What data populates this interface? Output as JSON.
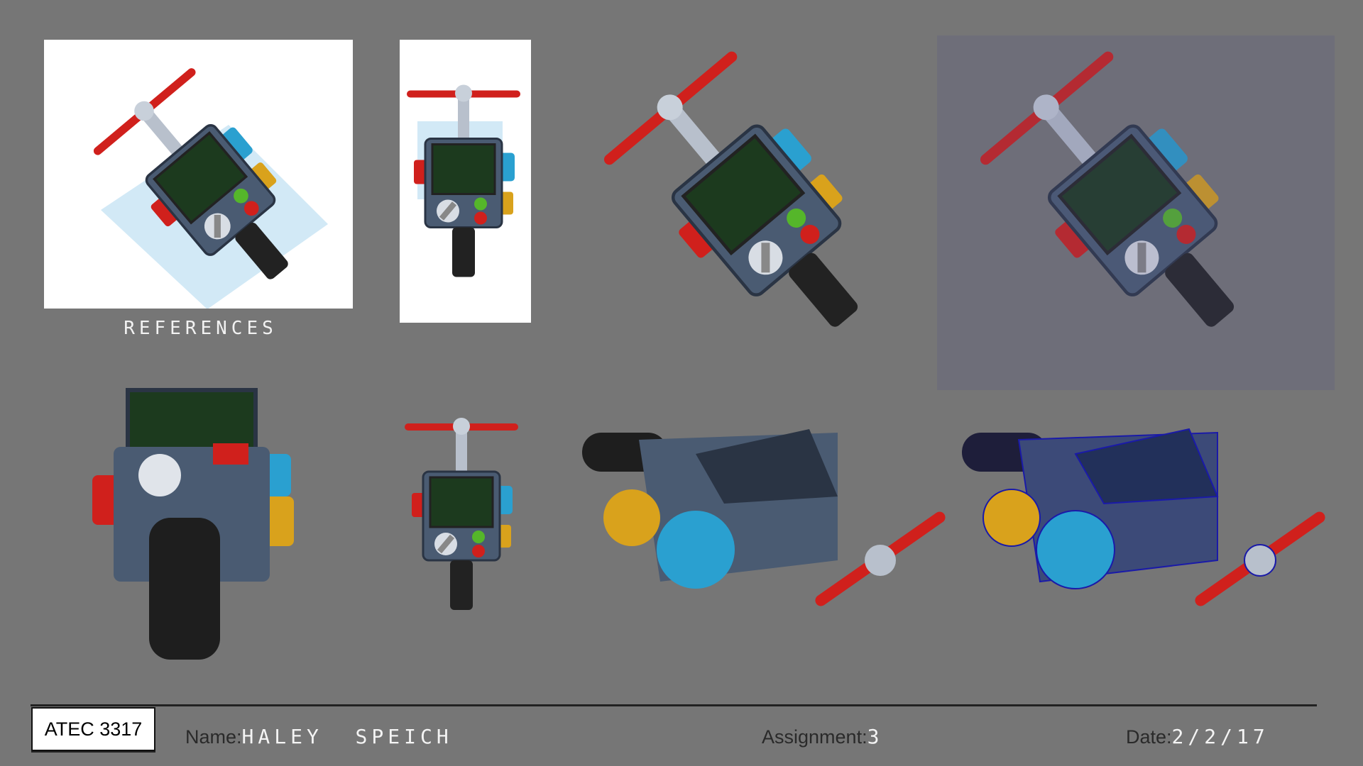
{
  "references_label": "REFERENCES",
  "footer": {
    "course": "ATEC 3317",
    "name_label": "Name:",
    "name_value": "HALEY  SPEICH",
    "assignment_label": "Assignment:",
    "assignment_value": "3",
    "date_label": "Date:",
    "date_value": "2/2/17"
  },
  "colors": {
    "background": "#767676",
    "body": "#4a5b72",
    "handle_red": "#d0201c",
    "knob_blue": "#2aa0d0",
    "knob_yellow": "#d9a21c",
    "button_green": "#55b62a",
    "screen": "#1c3a1e",
    "wire": "#1a1aa8"
  }
}
